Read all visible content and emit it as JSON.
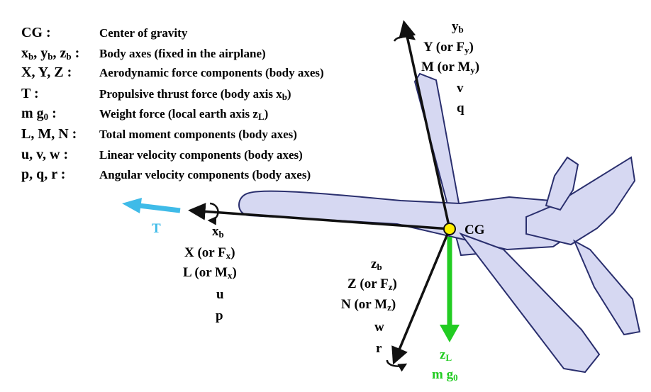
{
  "legend": [
    {
      "key": "CG :",
      "desc": "Center of gravity"
    },
    {
      "key_parts": [
        "x",
        "b",
        ", ",
        "y",
        "b",
        ", ",
        "z",
        "b",
        " :"
      ],
      "desc": "Body axes (fixed in the airplane)"
    },
    {
      "key": "X, Y, Z :",
      "desc": "Aerodynamic force components  (body axes)"
    },
    {
      "key": "T :",
      "desc_parts": [
        "Propulsive thrust force (body axis ",
        "x",
        "b",
        ")"
      ]
    },
    {
      "key": "m g",
      "key_sub": "0",
      "key_tail": " :",
      "desc_parts": [
        "Weight force (local earth axis ",
        "z",
        "L",
        ")"
      ]
    },
    {
      "key": "L, M, N :",
      "desc": "Total moment components (body axes)"
    },
    {
      "key": "u, v, w :",
      "desc": "Linear velocity components (body axes)"
    },
    {
      "key": "p, q, r :",
      "desc": "Angular velocity components (body axes)"
    }
  ],
  "x_axis": {
    "name": "x",
    "name_sub": "b",
    "force": "X (or F",
    "force_sub": "x",
    "force_tail": ")",
    "moment": "L (or M",
    "moment_sub": "x",
    "moment_tail": ")",
    "velocity": "u",
    "rate": "p"
  },
  "y_axis": {
    "name": "y",
    "name_sub": "b",
    "force": "Y (or F",
    "force_sub": "y",
    "force_tail": ")",
    "moment": "M (or M",
    "moment_sub": "y",
    "moment_tail": ")",
    "velocity": "v",
    "rate": "q"
  },
  "z_axis": {
    "name": "z",
    "name_sub": "b",
    "force": "Z (or F",
    "force_sub": "z",
    "force_tail": ")",
    "moment": "N (or M",
    "moment_sub": "z",
    "moment_tail": ")",
    "velocity": "w",
    "rate": "r"
  },
  "cg_label": "CG",
  "thrust_label": "T",
  "earth_axis": {
    "name": "z",
    "name_sub": "L"
  },
  "weight": {
    "text": "m g",
    "sub": "0"
  },
  "colors": {
    "airplane_fill": "#d6d8f2",
    "airplane_stroke": "#2a2f6e",
    "axis": "#111111",
    "thrust": "#3fbbe8",
    "gravity": "#22cc22",
    "cg_fill": "#ffee00"
  }
}
